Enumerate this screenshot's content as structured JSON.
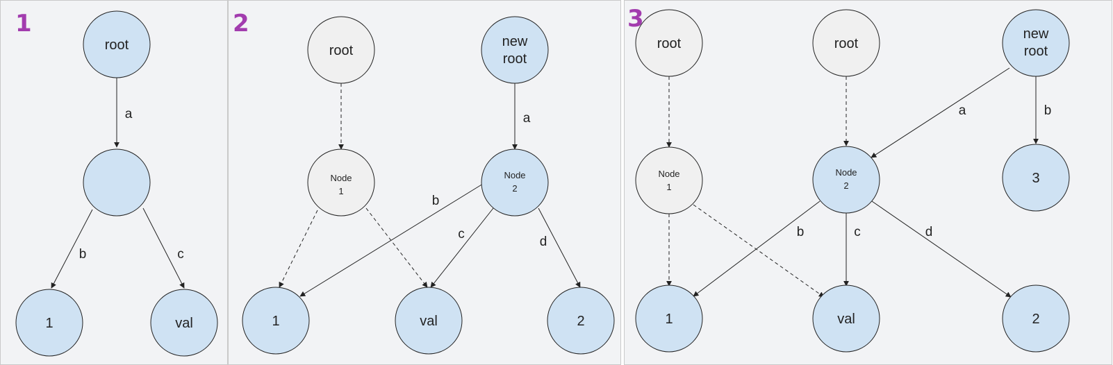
{
  "panels": [
    {
      "number": "1",
      "nodes": {
        "root": "root",
        "mid": "",
        "one": "1",
        "val": "val"
      },
      "edges": {
        "a": "a",
        "b": "b",
        "c": "c"
      }
    },
    {
      "number": "2",
      "nodes": {
        "root": "root",
        "new_root_l1": "new",
        "new_root_l2": "root",
        "node1_l1": "Node",
        "node1_l2": "1",
        "node2_l1": "Node",
        "node2_l2": "2",
        "one": "1",
        "val": "val",
        "two": "2"
      },
      "edges": {
        "a": "a",
        "b": "b",
        "c": "c",
        "d": "d"
      }
    },
    {
      "number": "3",
      "nodes": {
        "root1": "root",
        "root2": "root",
        "new_root_l1": "new",
        "new_root_l2": "root",
        "node1_l1": "Node",
        "node1_l2": "1",
        "node2_l1": "Node",
        "node2_l2": "2",
        "three": "3",
        "one": "1",
        "val": "val",
        "two": "2"
      },
      "edges": {
        "a": "a",
        "b_top": "b",
        "b": "b",
        "c": "c",
        "d": "d"
      }
    }
  ],
  "colors": {
    "current_node": "#cfe2f3",
    "old_node": "#f0f0f0",
    "panel_number": "#a23cae"
  }
}
